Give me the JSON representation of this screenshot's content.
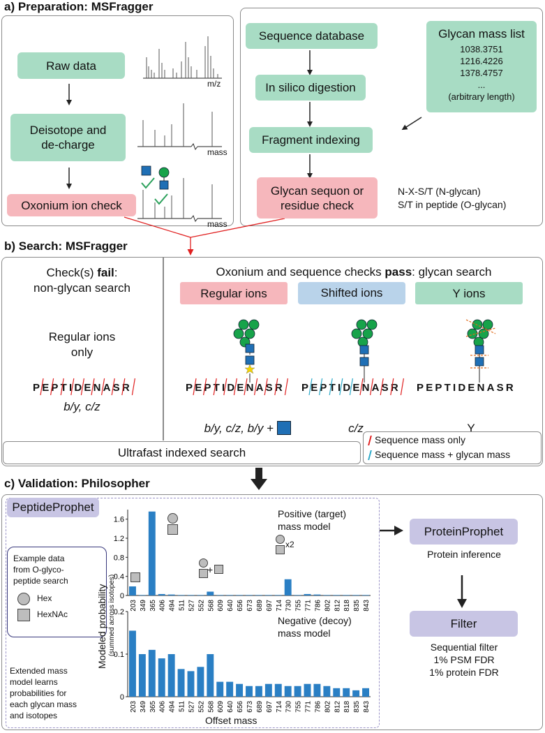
{
  "sections": {
    "a": "a) Preparation: MSFragger",
    "b": "b) Search: MSFragger",
    "c": "c) Validation: Philosopher"
  },
  "prep": {
    "raw_data": "Raw data",
    "deisotope": "Deisotope and\nde-charge",
    "oxonium": "Oxonium ion check",
    "mz_label": "m/z",
    "mass_label1": "mass",
    "mass_label2": "mass",
    "seq_db": "Sequence database",
    "digestion": "In silico digestion",
    "frag_index": "Fragment indexing",
    "sequon": "Glycan sequon or\nresidue check",
    "glycan_list_title": "Glycan mass list",
    "glycan_masses": [
      "1038.3751",
      "1216.4226",
      "1378.4757",
      "...",
      "(arbitrary length)"
    ],
    "sequon_rules": "N-X-S/T (N-glycan)\nS/T in peptide (O-glycan)"
  },
  "search": {
    "fail_line1": "Check(s) fail:",
    "fail_line2": "non-glycan search",
    "regular_only": "Regular ions\nonly",
    "peptide": "PEPTIDENASR",
    "left_ions": "b/y, c/z",
    "pass_header": "Oxonium and sequence checks pass: glycan search",
    "regular_ions": "Regular ions",
    "shifted_ions": "Shifted ions",
    "y_ions": "Y ions",
    "reg_caption": "b/y, c/z, b/y +",
    "shift_caption": "c/z",
    "y_caption": "Y",
    "ultrafast": "Ultrafast indexed search",
    "legend_seq": "Sequence mass only",
    "legend_seq_glycan": "Sequence mass + glycan mass"
  },
  "validation": {
    "peptideprophet": "PeptideProphet",
    "example_box": "Example data\nfrom O-glyco-\npeptide search",
    "hex": "Hex",
    "hexnac": "HexNAc",
    "extended_text": "Extended mass\nmodel learns\nprobabilities for\neach glycan mass\nand isotopes",
    "ylabel": "Modeled probability",
    "ylabel_sub": "(summed across isotopes)",
    "xlabel": "Offset mass",
    "positive_label": "Positive (target)\nmass model",
    "negative_label": "Negative (decoy)\nmass model",
    "x2": "x2",
    "plus": "+",
    "proteinprophet": "ProteinProphet",
    "protein_inference": "Protein inference",
    "filter": "Filter",
    "filter_text": "Sequential filter\n1% PSM FDR\n1% protein FDR"
  },
  "chart_data": [
    {
      "type": "bar",
      "title": "Positive (target) mass model",
      "categories": [
        "203",
        "349",
        "365",
        "406",
        "494",
        "511",
        "527",
        "552",
        "568",
        "609",
        "640",
        "656",
        "673",
        "689",
        "697",
        "714",
        "730",
        "755",
        "771",
        "786",
        "802",
        "812",
        "818",
        "835",
        "843"
      ],
      "values": [
        0.19,
        0.01,
        1.76,
        0.03,
        0.02,
        0.01,
        0.01,
        0.01,
        0.08,
        0.01,
        0.01,
        0.01,
        0.01,
        0.01,
        0.01,
        0.01,
        0.34,
        0.01,
        0.03,
        0.02,
        0.01,
        0.01,
        0.01,
        0.01,
        0.01
      ],
      "ylim": [
        0,
        1.8
      ],
      "yticks": [
        "0",
        "0.4",
        "0.8",
        "1.2",
        "1.6"
      ],
      "ylabel": "Modeled probability",
      "xlabel": ""
    },
    {
      "type": "bar",
      "title": "Negative (decoy) mass model",
      "categories": [
        "203",
        "349",
        "365",
        "406",
        "494",
        "511",
        "527",
        "552",
        "568",
        "609",
        "640",
        "656",
        "673",
        "689",
        "697",
        "714",
        "730",
        "755",
        "771",
        "786",
        "802",
        "812",
        "818",
        "835",
        "843"
      ],
      "values": [
        0.155,
        0.1,
        0.11,
        0.09,
        0.1,
        0.065,
        0.06,
        0.07,
        0.1,
        0.035,
        0.035,
        0.03,
        0.025,
        0.025,
        0.03,
        0.03,
        0.025,
        0.025,
        0.03,
        0.03,
        0.025,
        0.02,
        0.02,
        0.015,
        0.02
      ],
      "ylim": [
        0,
        0.2
      ],
      "yticks": [
        "0",
        "0.1",
        "0.2"
      ],
      "ylabel": "Modeled probability",
      "xlabel": "Offset mass"
    }
  ]
}
